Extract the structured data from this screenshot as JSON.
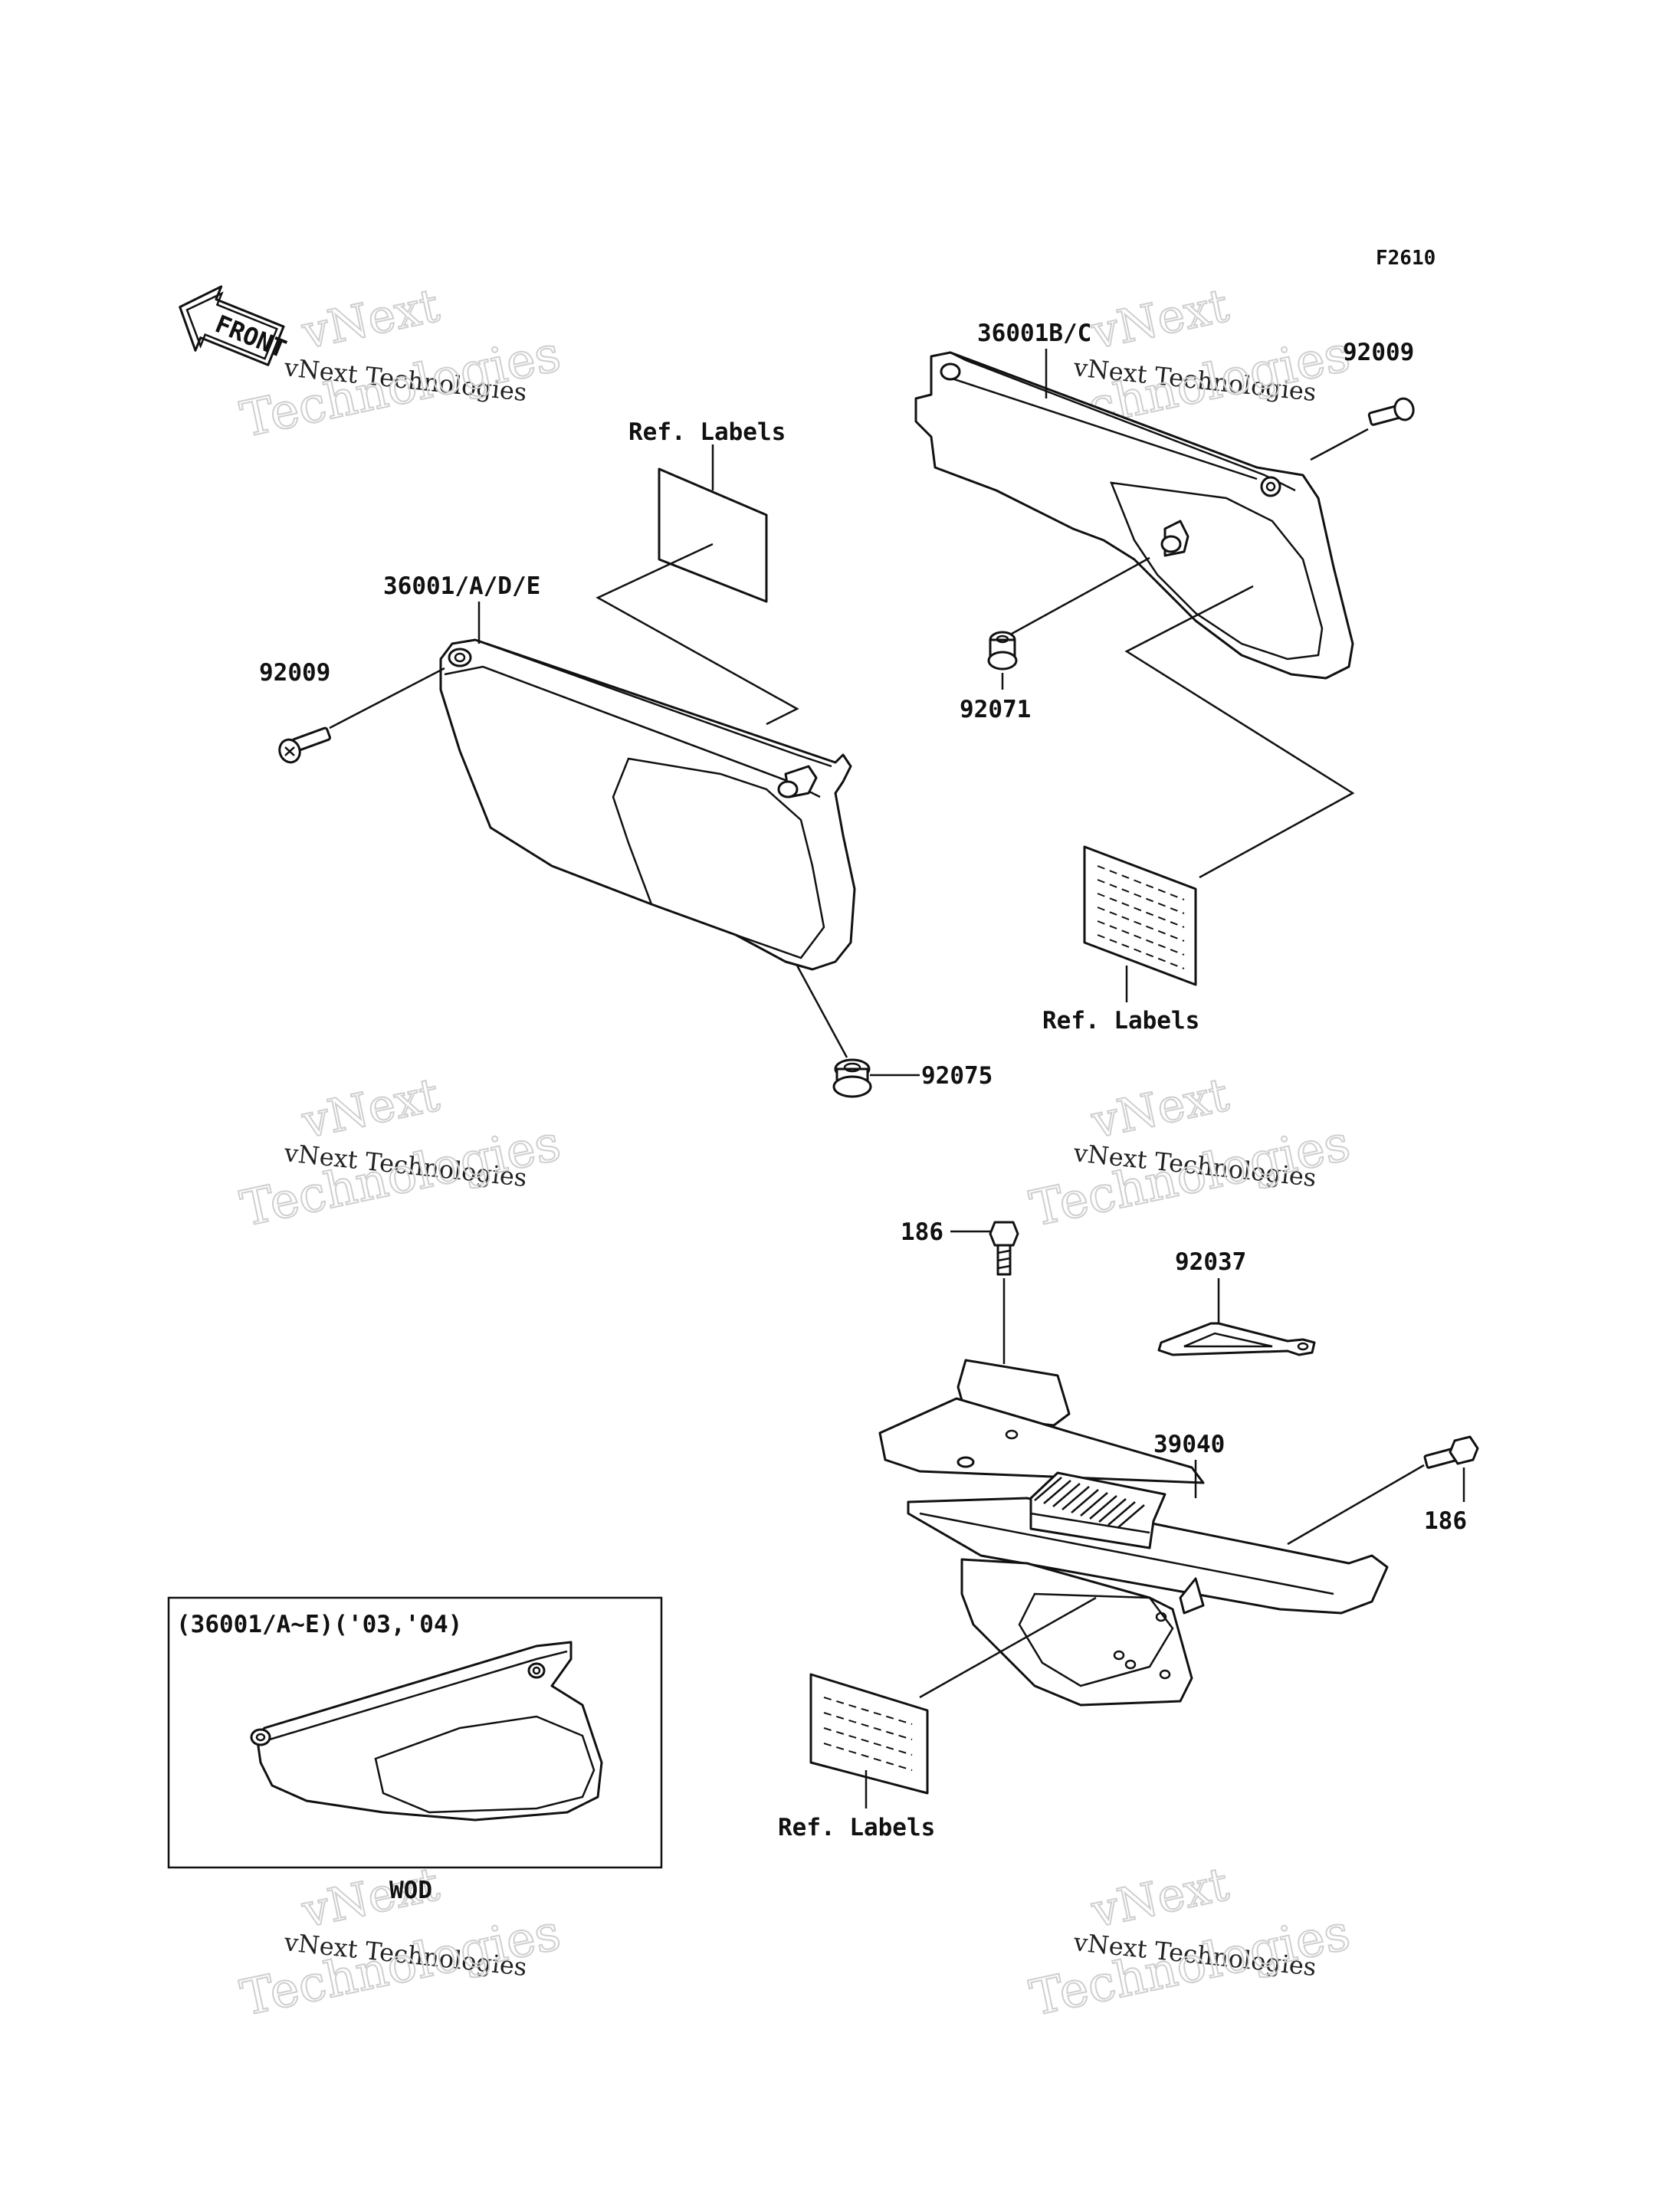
{
  "figure_code": "F2610",
  "front_label": "FRONT",
  "watermark": {
    "line1": "vNext",
    "line2": "vNext Technologies",
    "line3": "Technologies"
  },
  "labels": {
    "ref_labels_top": "Ref. Labels",
    "part_36001_adE": "36001/A/D/E",
    "part_92009_left": "92009",
    "part_92075": "92075",
    "part_36001_bc": "36001B/C",
    "part_92009_right": "92009",
    "part_92071": "92071",
    "ref_labels_right": "Ref. Labels",
    "part_186_top": "186",
    "part_92037": "92037",
    "part_39040": "39040",
    "part_186_right": "186",
    "ref_labels_bottom": "Ref. Labels"
  },
  "inset": {
    "title": "(36001/A~E)('03,'04)",
    "caption": "WOD"
  }
}
